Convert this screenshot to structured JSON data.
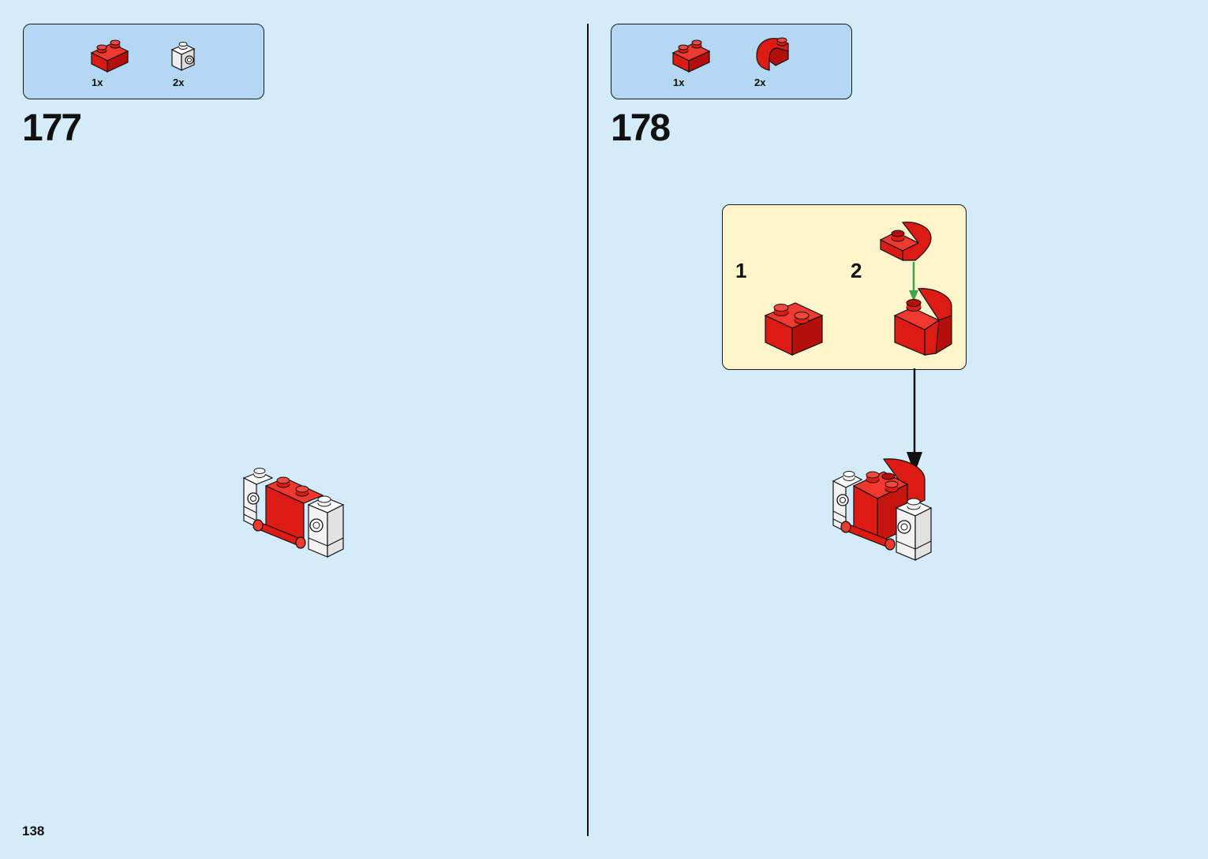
{
  "page_number": "138",
  "colors": {
    "background": "#d4ecfa",
    "parts_box": "#b4d8f1",
    "sub_step_box": "#fff4cc",
    "brick_red": "#dd1b15",
    "brick_white": "#ffffff",
    "arrow_green": "#3fa44f"
  },
  "steps": [
    {
      "number": "177",
      "parts": [
        {
          "icon": "red-1x2-brick-icon",
          "qty": "1x"
        },
        {
          "icon": "white-1x1-brick-with-side-stud-icon",
          "qty": "2x"
        }
      ]
    },
    {
      "number": "178",
      "parts": [
        {
          "icon": "red-1x2-brick-icon",
          "qty": "1x"
        },
        {
          "icon": "red-curved-slope-icon",
          "qty": "2x"
        }
      ],
      "sub_steps": [
        {
          "number": "1"
        },
        {
          "number": "2"
        }
      ]
    }
  ]
}
